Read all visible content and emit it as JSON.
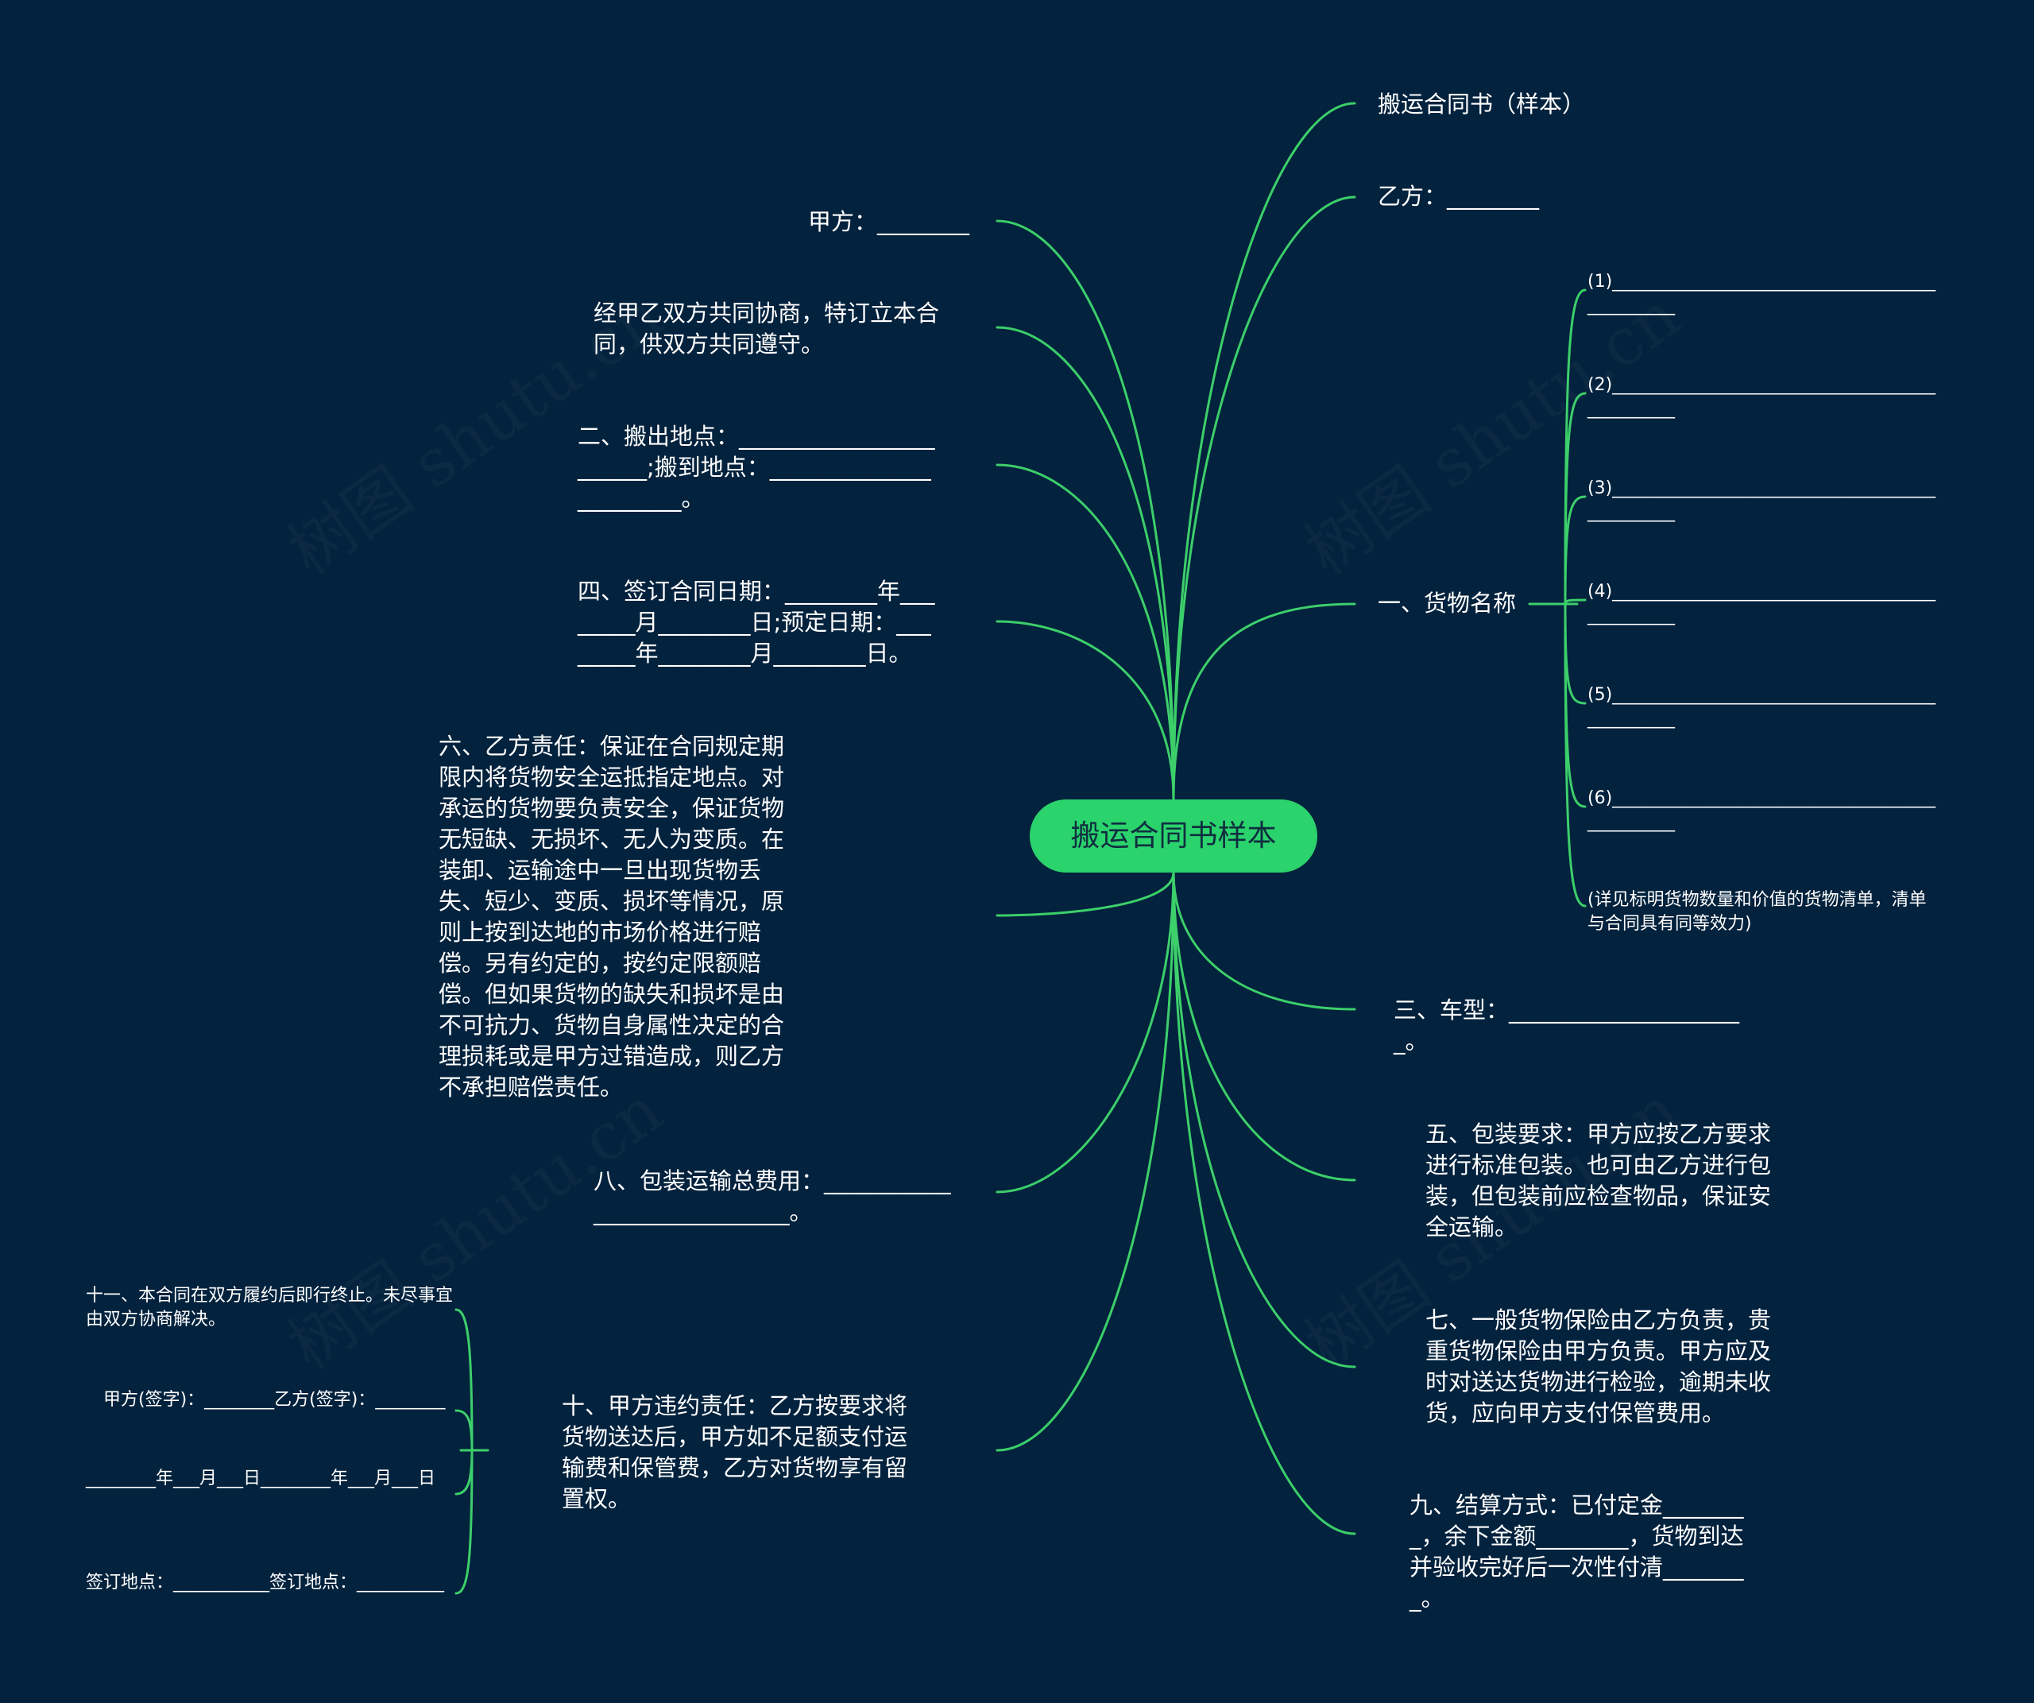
{
  "root": "搬运合同书样本",
  "right": {
    "title": "搬运合同书（样本）",
    "party_b": "乙方：________",
    "goods": {
      "label": "一、货物名称",
      "items": [
        "(1)_______________________________________________",
        "(2)_______________________________________________",
        "(3)_______________________________________________",
        "(4)_______________________________________________",
        "(5)_______________________________________________",
        "(6)_______________________________________________"
      ],
      "note": "(详见标明货物数量和价值的货物清单，清单与合同具有同等效力)"
    },
    "vehicle": "三、车型：_____________________。",
    "packaging": "五、包装要求：甲方应按乙方要求进行标准包装。也可由乙方进行包装，但包装前应检查物品，保证安全运输。",
    "insurance": "七、一般货物保险由乙方负责，贵重货物保险由甲方负责。甲方应及时对送达货物进行检验，逾期未收货，应向甲方支付保管费用。",
    "settlement": "九、结算方式：已付定金________，余下金额________，货物到达并验收完好后一次性付清________。"
  },
  "left": {
    "party_a": "甲方：________",
    "intro": "经甲乙双方共同协商，特订立本合同，供双方共同遵守。",
    "locations": "二、搬出地点：_______________________;搬到地点：_______________________。",
    "dates": "四、签订合同日期：________年________月________日;预定日期：________年________月________日。",
    "duty_b": "六、乙方责任：保证在合同规定期限内将货物安全运抵指定地点。对承运的货物要负责安全，保证货物无短缺、无损坏、无人为变质。在装卸、运输途中一旦出现货物丢失、短少、变质、损坏等情况，原则上按到达地的市场价格进行赔偿。另有约定的，按约定限额赔偿。但如果货物的缺失和损坏是由不可抗力、货物自身属性决定的合理损耗或是甲方过错造成，则乙方不承担赔偿责任。",
    "total_fee": "八、包装运输总费用：____________________________。",
    "breach": {
      "label": "十、甲方违约责任：乙方按要求将货物送达后，甲方如不足额支付运输费和保管费，乙方对货物享有留置权。",
      "items": [
        "十一、本合同在双方履约后即行终止。未尽事宜由双方协商解决。",
        "　甲方(签字)：________乙方(签字)：________",
        "________年___月___日________年___月___日",
        "签订地点：___________签订地点：__________"
      ]
    }
  },
  "watermark": "树图 shutu.cn"
}
